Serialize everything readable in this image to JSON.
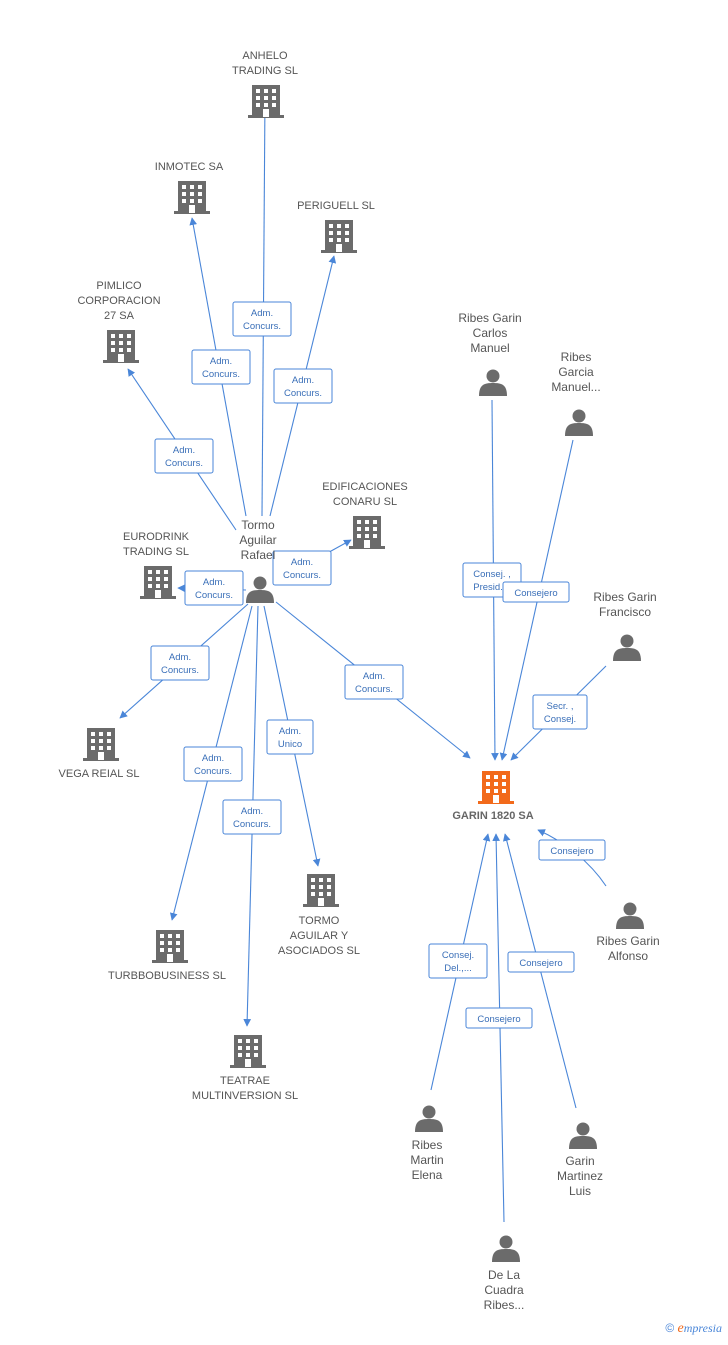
{
  "main_company": {
    "name": "GARIN 1820 SA",
    "color": "#f26a1b"
  },
  "companies": [
    {
      "name": "ANHELO\nTRADING SL"
    },
    {
      "name": "INMOTEC SA"
    },
    {
      "name": "PERIGUELL SL"
    },
    {
      "name": "PIMLICO\nCORPORACION\n27 SA"
    },
    {
      "name": "EDIFICACIONES\nCONARU SL"
    },
    {
      "name": "EURODRINK\nTRADING SL"
    },
    {
      "name": "VEGA REIAL SL"
    },
    {
      "name": "TURBBOBUSINESS SL"
    },
    {
      "name": "TORMO\nAGUILAR Y\nASOCIADOS  SL"
    },
    {
      "name": "TEATRAE\nMULTINVERSION SL"
    }
  ],
  "people": [
    {
      "name": "Tormo\nAguilar\nRafael"
    },
    {
      "name": "Ribes Garin\nCarlos\nManuel"
    },
    {
      "name": "Ribes\nGarcia\nManuel..."
    },
    {
      "name": "Ribes Garin\nFrancisco"
    },
    {
      "name": "Ribes Garin\nAlfonso"
    },
    {
      "name": "Ribes\nMartin\nElena"
    },
    {
      "name": "Garin\nMartinez\nLuis"
    },
    {
      "name": "De La\nCuadra\nRibes..."
    }
  ],
  "relations": [
    {
      "label": "Adm.\nConcurs."
    },
    {
      "label": "Adm.\nConcurs."
    },
    {
      "label": "Adm.\nConcurs."
    },
    {
      "label": "Adm.\nConcurs."
    },
    {
      "label": "Adm.\nConcurs."
    },
    {
      "label": "Adm.\nConcurs."
    },
    {
      "label": "Adm.\nConcurs."
    },
    {
      "label": "Adm.\nConcurs."
    },
    {
      "label": "Adm.\nConcurs."
    },
    {
      "label": "Adm.\nUnico"
    },
    {
      "label": "Adm.\nConcurs."
    },
    {
      "label": "Consej. ,\nPresid...."
    },
    {
      "label": "Consejero"
    },
    {
      "label": "Secr. ,\nConsej."
    },
    {
      "label": "Consejero"
    },
    {
      "label": "Consej.\nDel.,..."
    },
    {
      "label": "Consejero"
    },
    {
      "label": "Consejero"
    }
  ],
  "colors": {
    "edge": "#4a86d8",
    "icon": "#6b6b6b",
    "main": "#f26a1b"
  },
  "footer": {
    "copyright": "©",
    "brand_e": "e",
    "brand": "mpresia"
  }
}
